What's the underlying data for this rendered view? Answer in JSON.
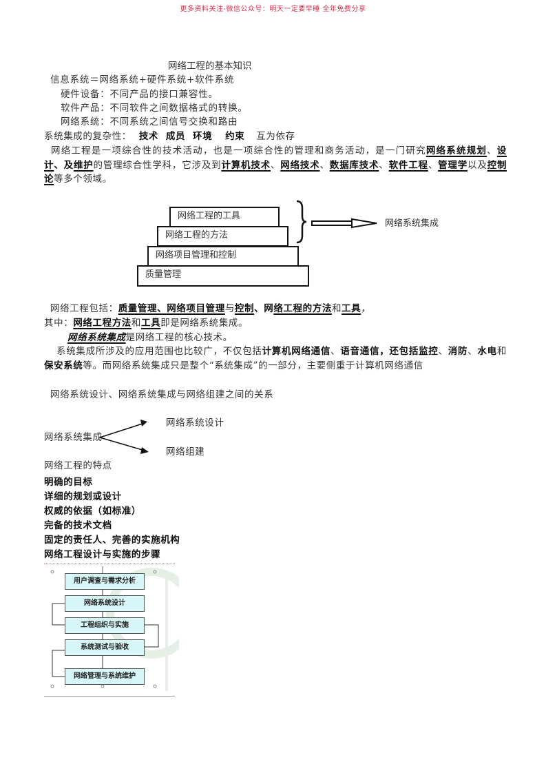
{
  "header_note": "更多资料关注-微信公众号：明天一定要早睡 全年免费分享",
  "title": "网络工程的基本知识",
  "intro": {
    "formula": "信息系统＝网络系统+硬件系统+软件系统",
    "hardware": "硬件设备：不同产品的接口兼容性。",
    "software": "软件产品：不同软件之间数据格式的转换。",
    "network": "网络系统：不同系统之间信号交换和路由"
  },
  "complexity": {
    "label": "系统集成的复杂性：",
    "items": [
      "技术",
      "成员",
      "环境",
      "约束"
    ],
    "suffix": "互为依存"
  },
  "definition": {
    "p1": "网络工程是一项综合性的技术活动，也是一项综合性的管理和商务活动，是一门研究",
    "k1": "网络系统规划",
    "s1": "、",
    "k2": "设计",
    "s2": "、及",
    "k3": "维护",
    "p2": "的管理综合性学科，它涉及到",
    "k4": "计算机技术",
    "s3": "、",
    "k5": "网络技术",
    "s4": "、",
    "k6": "数据库技术",
    "s5": "、",
    "k7": "软件工程",
    "s6": "、",
    "k8": "管理学",
    "p3": "以及",
    "k9": "控制论",
    "p4": "等多个领域。"
  },
  "pyramid": {
    "layers": [
      "网络工程的工具",
      "网络工程的方法",
      "网络项目管理和控制",
      "质量管理"
    ],
    "result": "网络系统集成"
  },
  "includes": {
    "label": "网络工程包括：",
    "k1": "质量管理、网络项目管理",
    "c1": "与",
    "k2": "控制",
    "c2": "、网",
    "k3": "络工程的方法",
    "c3": "和",
    "k4": "工具",
    "end": "，"
  },
  "among": {
    "label": "其中：",
    "k1": "网络工程方法",
    "c1": "和",
    "k2": "工具",
    "rest": "即是网络系统集成。"
  },
  "core": {
    "k": "网络系统集成",
    "rest": "是网络工程的核心技术。"
  },
  "scope": {
    "p1": "系统集成所涉及的应用范围也比较广，不仅包括",
    "k1": "计算机网络通信",
    "s1": "、",
    "k2": "语音通信",
    "s2": "，",
    "k3": "还包括监控",
    "s3": "、",
    "k4": "消防",
    "s4": "、",
    "k5": "水电",
    "s5": "和",
    "k6": "保安系统",
    "p2": "等。而网络系统集成只是整个“系统集成”的一部分，主要侧重于计算机网络通信"
  },
  "relation": {
    "title": "网络系统设计、网络系统集成与网络组建之间的关系",
    "source": "网络系统集成",
    "target1": "网络系统设计",
    "target2": "网络组建"
  },
  "features": {
    "title": "网络工程的特点",
    "items": [
      "明确的目标",
      "详细的规划或设计",
      "权威的依据（如标准）",
      "完备的技术文档",
      "固定的责任人、完善的实施机构",
      "网络工程设计与实施的步骤"
    ]
  },
  "flowchart": {
    "steps": [
      "用户调查与需求分析",
      "网络系统设计",
      "工程组织与实施",
      "系统测试与验收",
      "网络管理与系统维护"
    ],
    "box_color": "#d7f6f8"
  }
}
